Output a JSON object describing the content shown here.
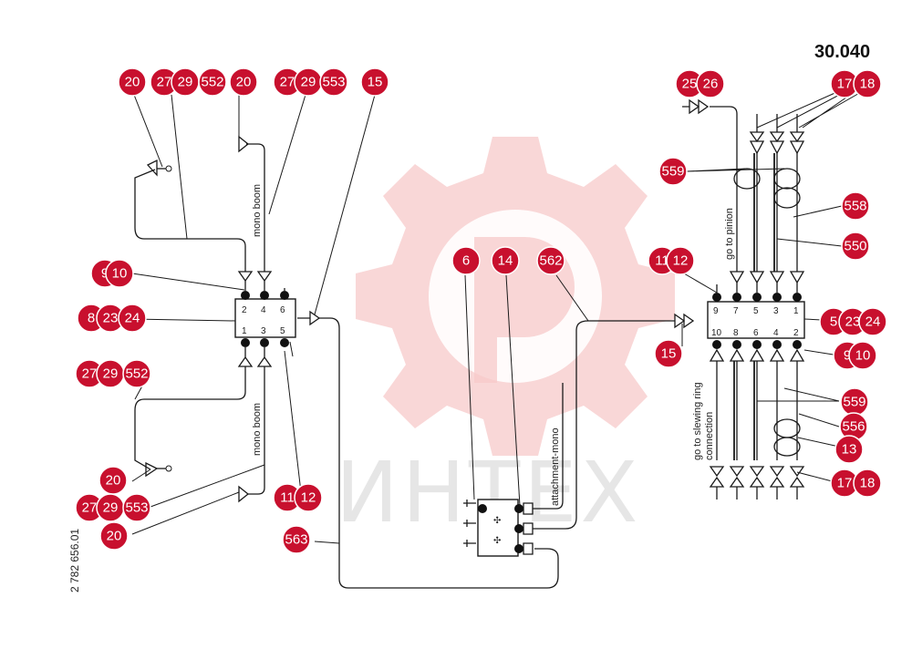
{
  "drawing_number": "30.040",
  "doc_number": "2 782 656.01",
  "watermark": "ИНТЕХ",
  "labels": {
    "mono_boom_top": "mono boom",
    "mono_boom_bottom": "mono boom",
    "attachment_mono": "attachment-mono",
    "go_to_pinion": "go to pinion",
    "go_to_slewing_1": "go to slewing ring",
    "go_to_slewing_2": "connection"
  },
  "left_block_ports_top": [
    "2",
    "4",
    "6"
  ],
  "left_block_ports_bottom": [
    "1",
    "3",
    "5"
  ],
  "right_block_ports_top": [
    "9",
    "7",
    "5",
    "3",
    "1"
  ],
  "right_block_ports_bottom": [
    "10",
    "8",
    "6",
    "4",
    "2"
  ],
  "callouts": [
    "20",
    "27",
    "29",
    "552",
    "20",
    "27",
    "29",
    "553",
    "15",
    "25",
    "26",
    "17",
    "18",
    "559",
    "558",
    "550",
    "9",
    "10",
    "8",
    "23",
    "24",
    "6",
    "14",
    "562",
    "11",
    "12",
    "5",
    "23",
    "24",
    "15",
    "9",
    "10",
    "27",
    "29",
    "552",
    "559",
    "556",
    "13",
    "20",
    "27",
    "29",
    "553",
    "20",
    "11",
    "12",
    "17",
    "18",
    "563"
  ]
}
